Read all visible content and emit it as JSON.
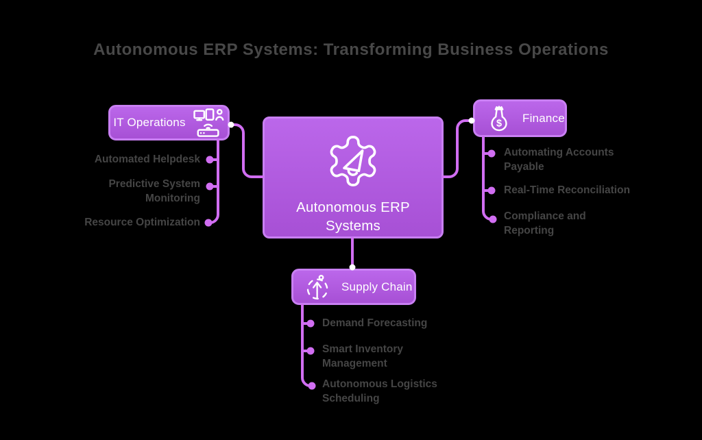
{
  "title": "Autonomous ERP Systems: Transforming Business Operations",
  "center": {
    "label": "Autonomous ERP Systems",
    "icon": "gear-megaphone-icon"
  },
  "branches": {
    "it": {
      "label": "IT Operations",
      "icon": "it-devices-network-icon",
      "items": [
        "Automated Helpdesk",
        "Predictive System Monitoring",
        "Resource Optimization"
      ]
    },
    "finance": {
      "label": "Finance",
      "icon": "money-bag-icon",
      "items": [
        "Automating Accounts Payable",
        "Real-Time Reconciliation",
        "Compliance and Reporting"
      ]
    },
    "supply": {
      "label": "Supply Chain",
      "icon": "route-arrow-icon",
      "items": [
        "Demand Forecasting",
        "Smart Inventory Management",
        "Autonomous Logistics Scheduling"
      ]
    }
  },
  "colors": {
    "background": "#000000",
    "node_fill_top": "#bb67ea",
    "node_fill_bottom": "#a750d5",
    "node_border": "#c97ff3",
    "connector": "#d16ef2",
    "item_text": "#454545",
    "title_text": "#484848",
    "node_text": "#ffffff"
  }
}
